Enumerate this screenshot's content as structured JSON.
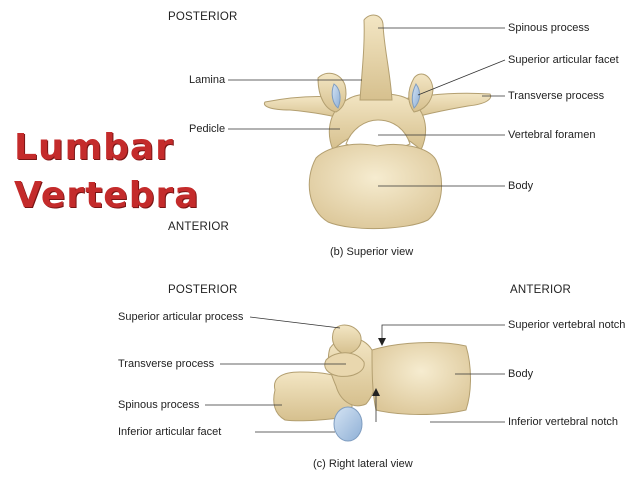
{
  "title": {
    "line1": "Lumbar",
    "line2": "Vertebra"
  },
  "superior_view": {
    "orient_top": "POSTERIOR",
    "orient_bottom": "ANTERIOR",
    "caption": "(b) Superior view",
    "labels": {
      "spinous": "Spinous process",
      "sup_facet": "Superior articular facet",
      "transverse": "Transverse process",
      "foramen": "Vertebral foramen",
      "body": "Body",
      "lamina": "Lamina",
      "pedicle": "Pedicle"
    }
  },
  "lateral_view": {
    "orient_left": "POSTERIOR",
    "orient_right": "ANTERIOR",
    "caption": "(c) Right lateral view",
    "labels": {
      "sup_process": "Superior articular process",
      "transverse": "Transverse process",
      "spinous": "Spinous process",
      "inf_facet": "Inferior articular facet",
      "sup_notch": "Superior vertebral notch",
      "body": "Body",
      "inf_notch": "Inferior vertebral notch"
    }
  },
  "colors": {
    "bone": "#f0e2bf",
    "bone_shade": "#d8c395",
    "outline": "#b39f70",
    "facet": "#aec6e2",
    "title": "#c42b2b"
  }
}
